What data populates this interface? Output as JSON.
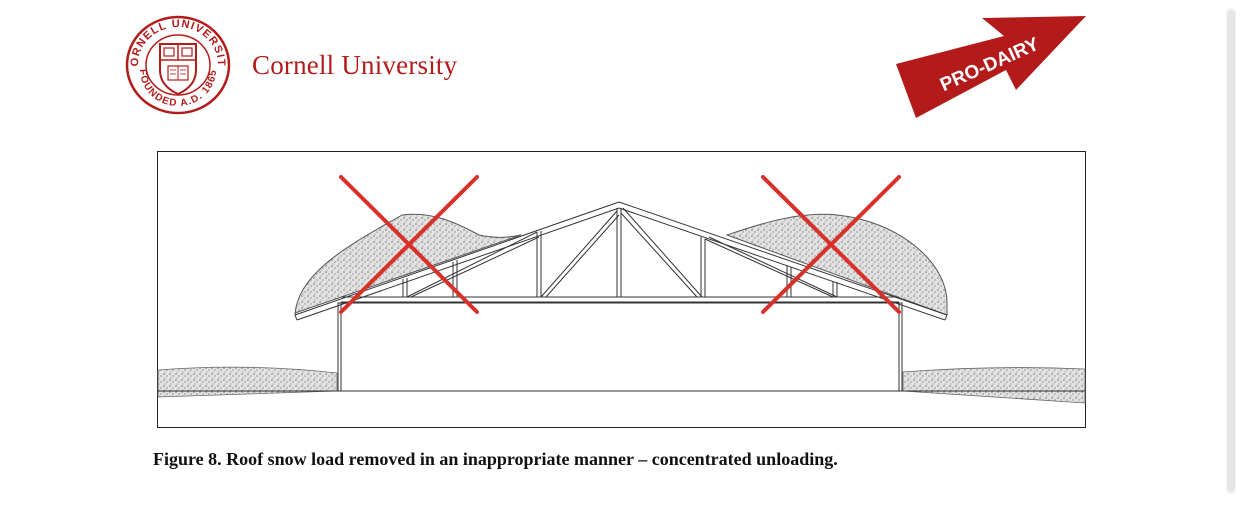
{
  "header": {
    "university_name": "Cornell University",
    "seal": {
      "ring_text_top": "CORNELL UNIVERSITY",
      "ring_text_bottom": "FOUNDED A.D. 1865",
      "color": "#b31b1b"
    },
    "badge": {
      "text": "PRO-DAIRY",
      "color": "#b31b1b"
    }
  },
  "figure": {
    "caption": "Figure 8.  Roof snow load removed in an inappropriate manner – concentrated unloading.",
    "mark_color": "#d9302a",
    "snow_color": "#9a9a9a"
  }
}
